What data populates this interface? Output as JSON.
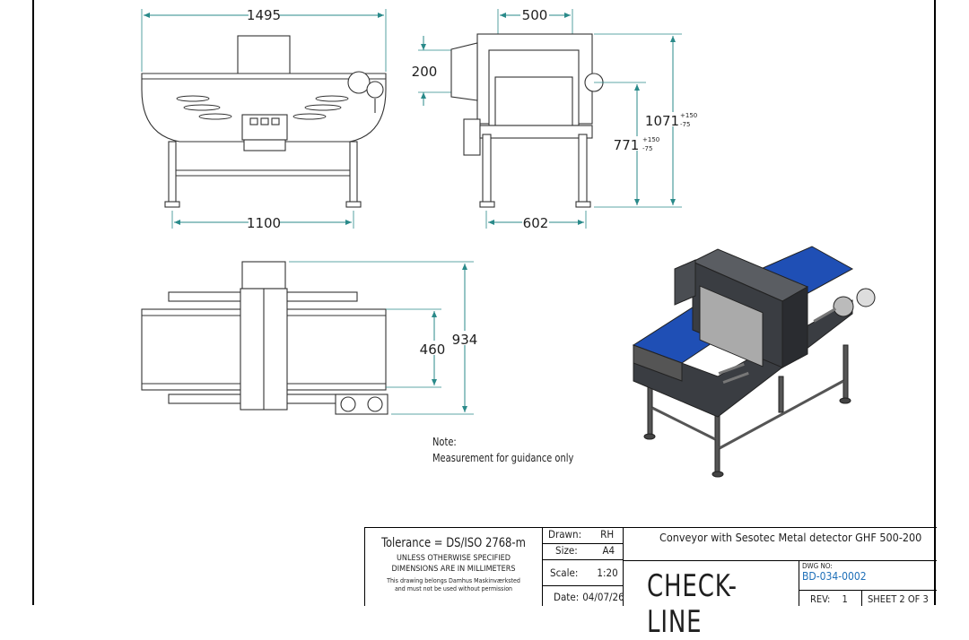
{
  "front_view": {
    "overall_width": "1495",
    "leg_span": "1100"
  },
  "side_view": {
    "aperture_width": "500",
    "aperture_height": "200",
    "height_total": "1071",
    "height_total_tol_plus": "+150",
    "height_total_tol_minus": "-75",
    "height_belt": "771",
    "height_belt_tol_plus": "+150",
    "height_belt_tol_minus": "-75",
    "depth": "602"
  },
  "top_view": {
    "overall_depth": "934",
    "belt_width": "460"
  },
  "note": {
    "line1": "Note:",
    "line2": "Measurement for guidance only"
  },
  "title_block": {
    "tolerance": "Tolerance = DS/ISO 2768-m",
    "unless_line1": "UNLESS OTHERWISE SPECIFIED",
    "unless_line2": "DIMENSIONS ARE IN MILLIMETERS",
    "belongs_line1": "This drawing belongs Damhus Maskinværksted",
    "belongs_line2": "and must not be used without permission",
    "drawn_label": "Drawn:",
    "drawn_value": "RH",
    "size_label": "Size:",
    "size_value": "A4",
    "scale_label": "Scale:",
    "scale_value": "1:20",
    "date_label": "Date:",
    "date_value": "04/07/26",
    "description": "Conveyor with Sesotec Metal detector GHF 500-200",
    "logo": "CHECK-LINE",
    "dwg_label": "DWG NO:",
    "dwg_value": "BD-034-0002",
    "rev_label": "REV:",
    "rev_value": "1",
    "sheet": "SHEET 2 OF 3"
  },
  "colors": {
    "dimension": "#2a8a8a",
    "belt": "#1f4fb5",
    "frame": "#3a3d42",
    "linework": "#333333"
  }
}
